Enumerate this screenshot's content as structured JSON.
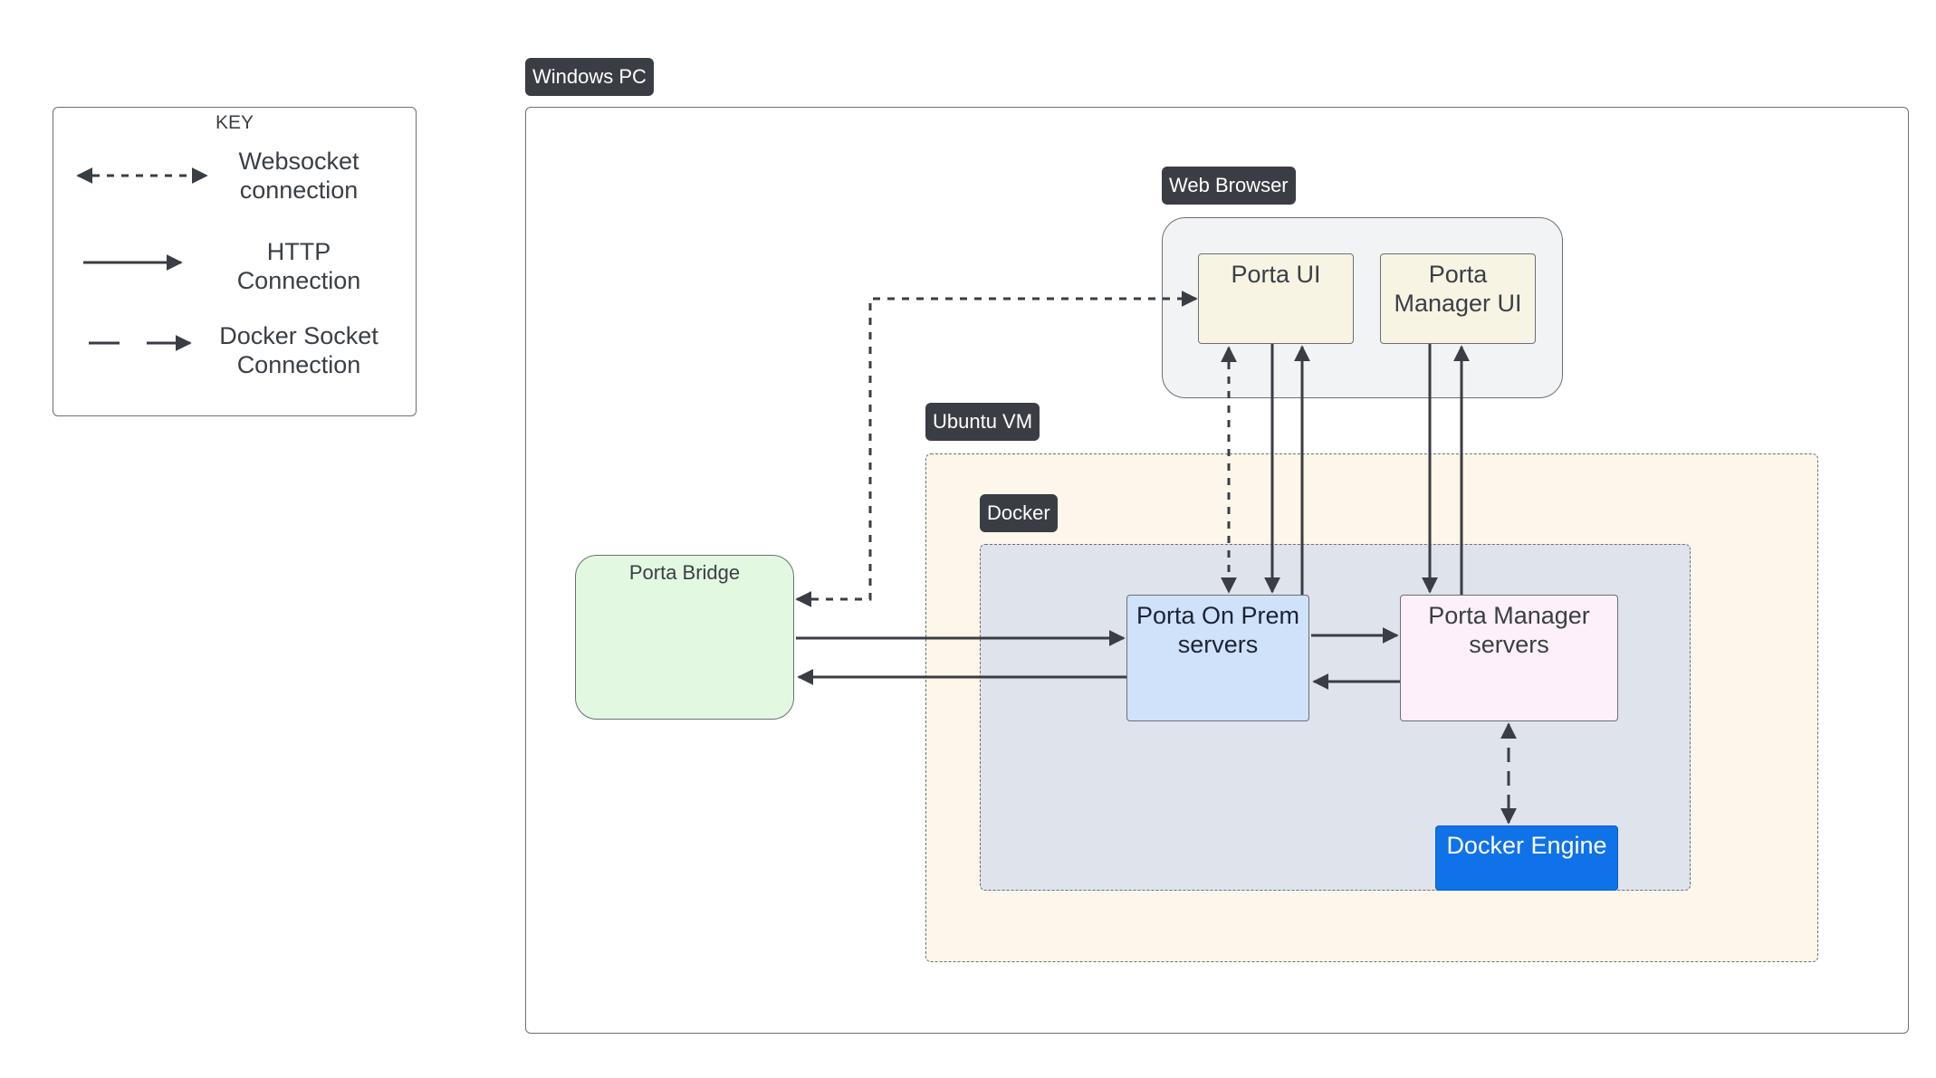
{
  "key": {
    "title": "KEY",
    "items": [
      {
        "label_line1": "Websocket",
        "label_line2": "connection",
        "style": "dotted-bidirectional"
      },
      {
        "label_line1": "HTTP",
        "label_line2": "Connection",
        "style": "solid"
      },
      {
        "label_line1": "Docker Socket",
        "label_line2": "Connection",
        "style": "long-dash"
      }
    ]
  },
  "containers": {
    "windows_pc": "Windows PC",
    "web_browser": "Web Browser",
    "ubuntu_vm": "Ubuntu VM",
    "docker": "Docker"
  },
  "nodes": {
    "porta_ui": "Porta UI",
    "porta_manager_ui_line1": "Porta",
    "porta_manager_ui_line2": "Manager UI",
    "porta_bridge": "Porta Bridge",
    "porta_on_prem_line1": "Porta On Prem",
    "porta_on_prem_line2": "servers",
    "porta_manager_servers_line1": "Porta Manager",
    "porta_manager_servers_line2": "servers",
    "docker_engine": "Docker Engine"
  },
  "colors": {
    "line": "#3a3d44",
    "tag_bg": "#3a3d44",
    "browser_bg": "#f1f3f5",
    "ui_bg": "#f7f4e3",
    "ubuntu_bg": "#fdf6ea",
    "docker_bg": "#dfe3ec",
    "bridge_bg": "#e2f8e0",
    "on_prem_bg": "#cfe2fa",
    "manager_servers_bg": "#fdf0fa",
    "docker_engine_bg": "#1072e8"
  }
}
